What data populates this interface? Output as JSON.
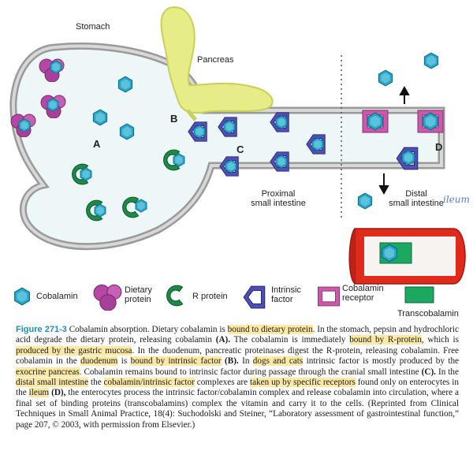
{
  "diagram": {
    "labels": {
      "stomach": "Stomach",
      "pancreas": "Pancreas",
      "A": "A",
      "B": "B",
      "C": "C",
      "D": "D",
      "proximal": [
        "Proximal",
        "small intestine"
      ],
      "distal": [
        "Distal",
        "small intestine"
      ],
      "handwritten_note": "ileum"
    },
    "colors": {
      "cobalamin": "#2aa6c9",
      "dietary_protein": "#b548a6",
      "r_protein": "#1d8a4a",
      "intrinsic_factor": "#4f4fb5",
      "receptor": "#c85aa9",
      "transcobalamin": "#1ca860",
      "pancreas": "#e6ec86",
      "vessel": "#e02a1c",
      "lumen_fill": "#eaf6f7"
    }
  },
  "legend": [
    {
      "icon": "cobalamin-icon",
      "label": [
        "Cobalamin"
      ]
    },
    {
      "icon": "dietary-protein-icon",
      "label": [
        "Dietary",
        "protein"
      ]
    },
    {
      "icon": "r-protein-icon",
      "label": [
        "R protein"
      ]
    },
    {
      "icon": "intrinsic-factor-icon",
      "label": [
        "Intrinsic",
        "factor"
      ]
    },
    {
      "icon": "cobalamin-receptor-icon",
      "label": [
        "Cobalamin",
        "receptor"
      ]
    },
    {
      "icon": "transcobalamin-icon",
      "label": [
        "Transcobalamin"
      ]
    }
  ],
  "caption": {
    "figure_number": "Figure 271-3",
    "segments": [
      {
        "t": " Cobalamin absorption. Dietary cobalamin is "
      },
      {
        "t": "bound to dietary protein",
        "h": true
      },
      {
        "t": ". In the stomach, pepsin and hydrochloric acid degrade the dietary protein, releasing cobalamin "
      },
      {
        "t": "(A).",
        "b": true
      },
      {
        "t": " The cobalamin is immediately "
      },
      {
        "t": "bound by R-protein",
        "h": true
      },
      {
        "t": ", which is "
      },
      {
        "t": "produced by the gastric mucosa",
        "h": true
      },
      {
        "t": ". In the duodenum, pancreatic proteinases digest the R-protein, releasing cobalamin. Free cobalamin in the "
      },
      {
        "t": "duodenum",
        "h": true
      },
      {
        "t": " is "
      },
      {
        "t": "bound by intrinsic factor",
        "h": true
      },
      {
        "t": " "
      },
      {
        "t": "(B).",
        "b": true
      },
      {
        "t": " In "
      },
      {
        "t": "dogs and cats",
        "h": true
      },
      {
        "t": " intrinsic factor is mostly produced by the "
      },
      {
        "t": "exocrine pancreas",
        "h": true
      },
      {
        "t": ". Cobalamin remains bound to intrinsic factor during passage through the cranial small intestine "
      },
      {
        "t": "(C).",
        "b": true
      },
      {
        "t": " In the "
      },
      {
        "t": "distal small intestine",
        "h": true
      },
      {
        "t": " the "
      },
      {
        "t": "cobalamin/intrinsic factor",
        "h": true
      },
      {
        "t": " complexes are "
      },
      {
        "t": "taken up by specific receptors",
        "h": true
      },
      {
        "t": " found only on enterocytes in the "
      },
      {
        "t": "ileum",
        "h": true
      },
      {
        "t": " "
      },
      {
        "t": "(D),",
        "b": true
      },
      {
        "t": " the enterocytes process the intrinsic factor/cobalamin complex and release cobalamin into circulation, where a final set of binding proteins (transcobalamins) complex the vitamin and carry it to the cells. (Reprinted from Clinical Techniques in Small Animal Practice, 18(4): Suchodolski and Steiner, “Laboratory assessment of gastrointestinal function,” page 207, © 2003, with permission from Elsevier.)"
      }
    ]
  }
}
